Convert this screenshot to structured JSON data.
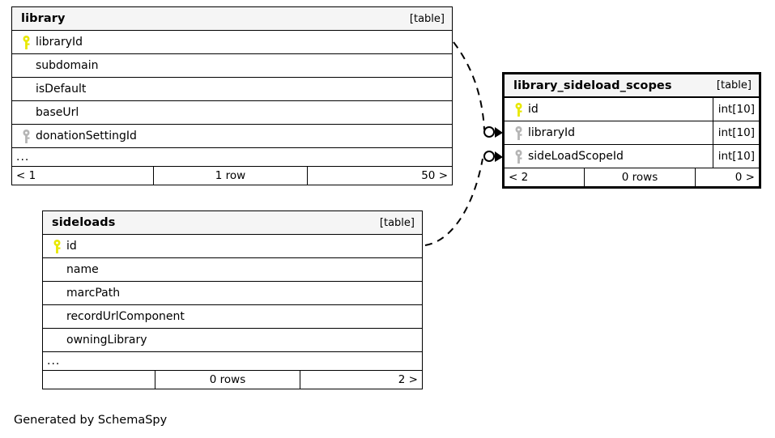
{
  "diagram": {
    "generator_note": "Generated by SchemaSpy",
    "kind_label": "[table]",
    "pk_key_color": "#e8e800",
    "fk_key_color": "#b5b5b5",
    "header_bg": "#f5f5f5",
    "line_color": "#000000"
  },
  "tables": [
    {
      "id": "library",
      "name": "library",
      "kind": "[table]",
      "focal": false,
      "columns": [
        {
          "name": "libraryId",
          "key": "primary",
          "type": ""
        },
        {
          "name": "subdomain",
          "key": "none",
          "type": ""
        },
        {
          "name": "isDefault",
          "key": "none",
          "type": ""
        },
        {
          "name": "baseUrl",
          "key": "none",
          "type": ""
        },
        {
          "name": "donationSettingId",
          "key": "foreign",
          "type": ""
        }
      ],
      "more": "...",
      "footer": {
        "prev": "< 1",
        "rows": "1 row",
        "next": "50 >"
      }
    },
    {
      "id": "library_sideload_scopes",
      "name": "library_sideload_scopes",
      "kind": "[table]",
      "focal": true,
      "columns": [
        {
          "name": "id",
          "key": "primary",
          "type": "int[10]"
        },
        {
          "name": "libraryId",
          "key": "foreign",
          "type": "int[10]"
        },
        {
          "name": "sideLoadScopeId",
          "key": "foreign",
          "type": "int[10]"
        }
      ],
      "more": null,
      "footer": {
        "prev": "< 2",
        "rows": "0 rows",
        "next": "0 >"
      }
    },
    {
      "id": "sideloads",
      "name": "sideloads",
      "kind": "[table]",
      "focal": false,
      "columns": [
        {
          "name": "id",
          "key": "primary",
          "type": ""
        },
        {
          "name": "name",
          "key": "none",
          "type": ""
        },
        {
          "name": "marcPath",
          "key": "none",
          "type": ""
        },
        {
          "name": "recordUrlComponent",
          "key": "none",
          "type": ""
        },
        {
          "name": "owningLibrary",
          "key": "none",
          "type": ""
        }
      ],
      "more": "...",
      "footer": {
        "prev": "",
        "rows": "0 rows",
        "next": "2 >"
      }
    }
  ],
  "relationships": [
    {
      "from_table": "library",
      "from_column": "libraryId",
      "to_table": "library_sideload_scopes",
      "to_column": "libraryId",
      "style": "dashed"
    },
    {
      "from_table": "sideloads",
      "from_column": "id",
      "to_table": "library_sideload_scopes",
      "to_column": "sideLoadScopeId",
      "style": "dashed"
    }
  ]
}
